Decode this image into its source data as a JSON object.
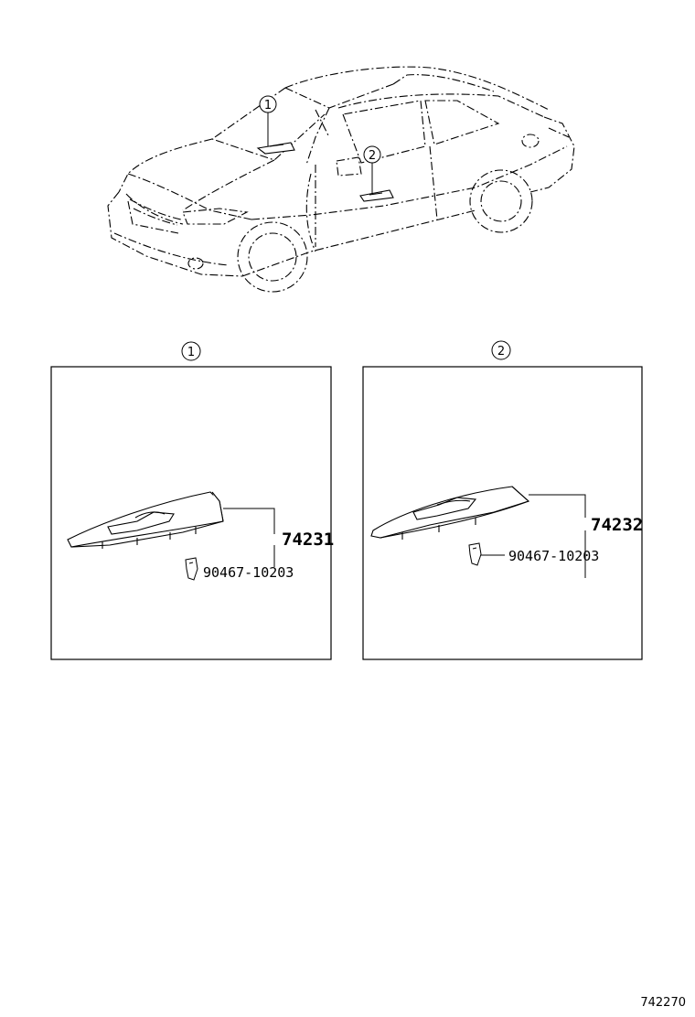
{
  "callouts": {
    "one": "1",
    "two": "2"
  },
  "panels": [
    {
      "id": "1",
      "main_part": "74231",
      "sub_part": "90467-10203"
    },
    {
      "id": "2",
      "main_part": "74232",
      "sub_part": "90467-10203"
    }
  ],
  "figure_code": "742270"
}
